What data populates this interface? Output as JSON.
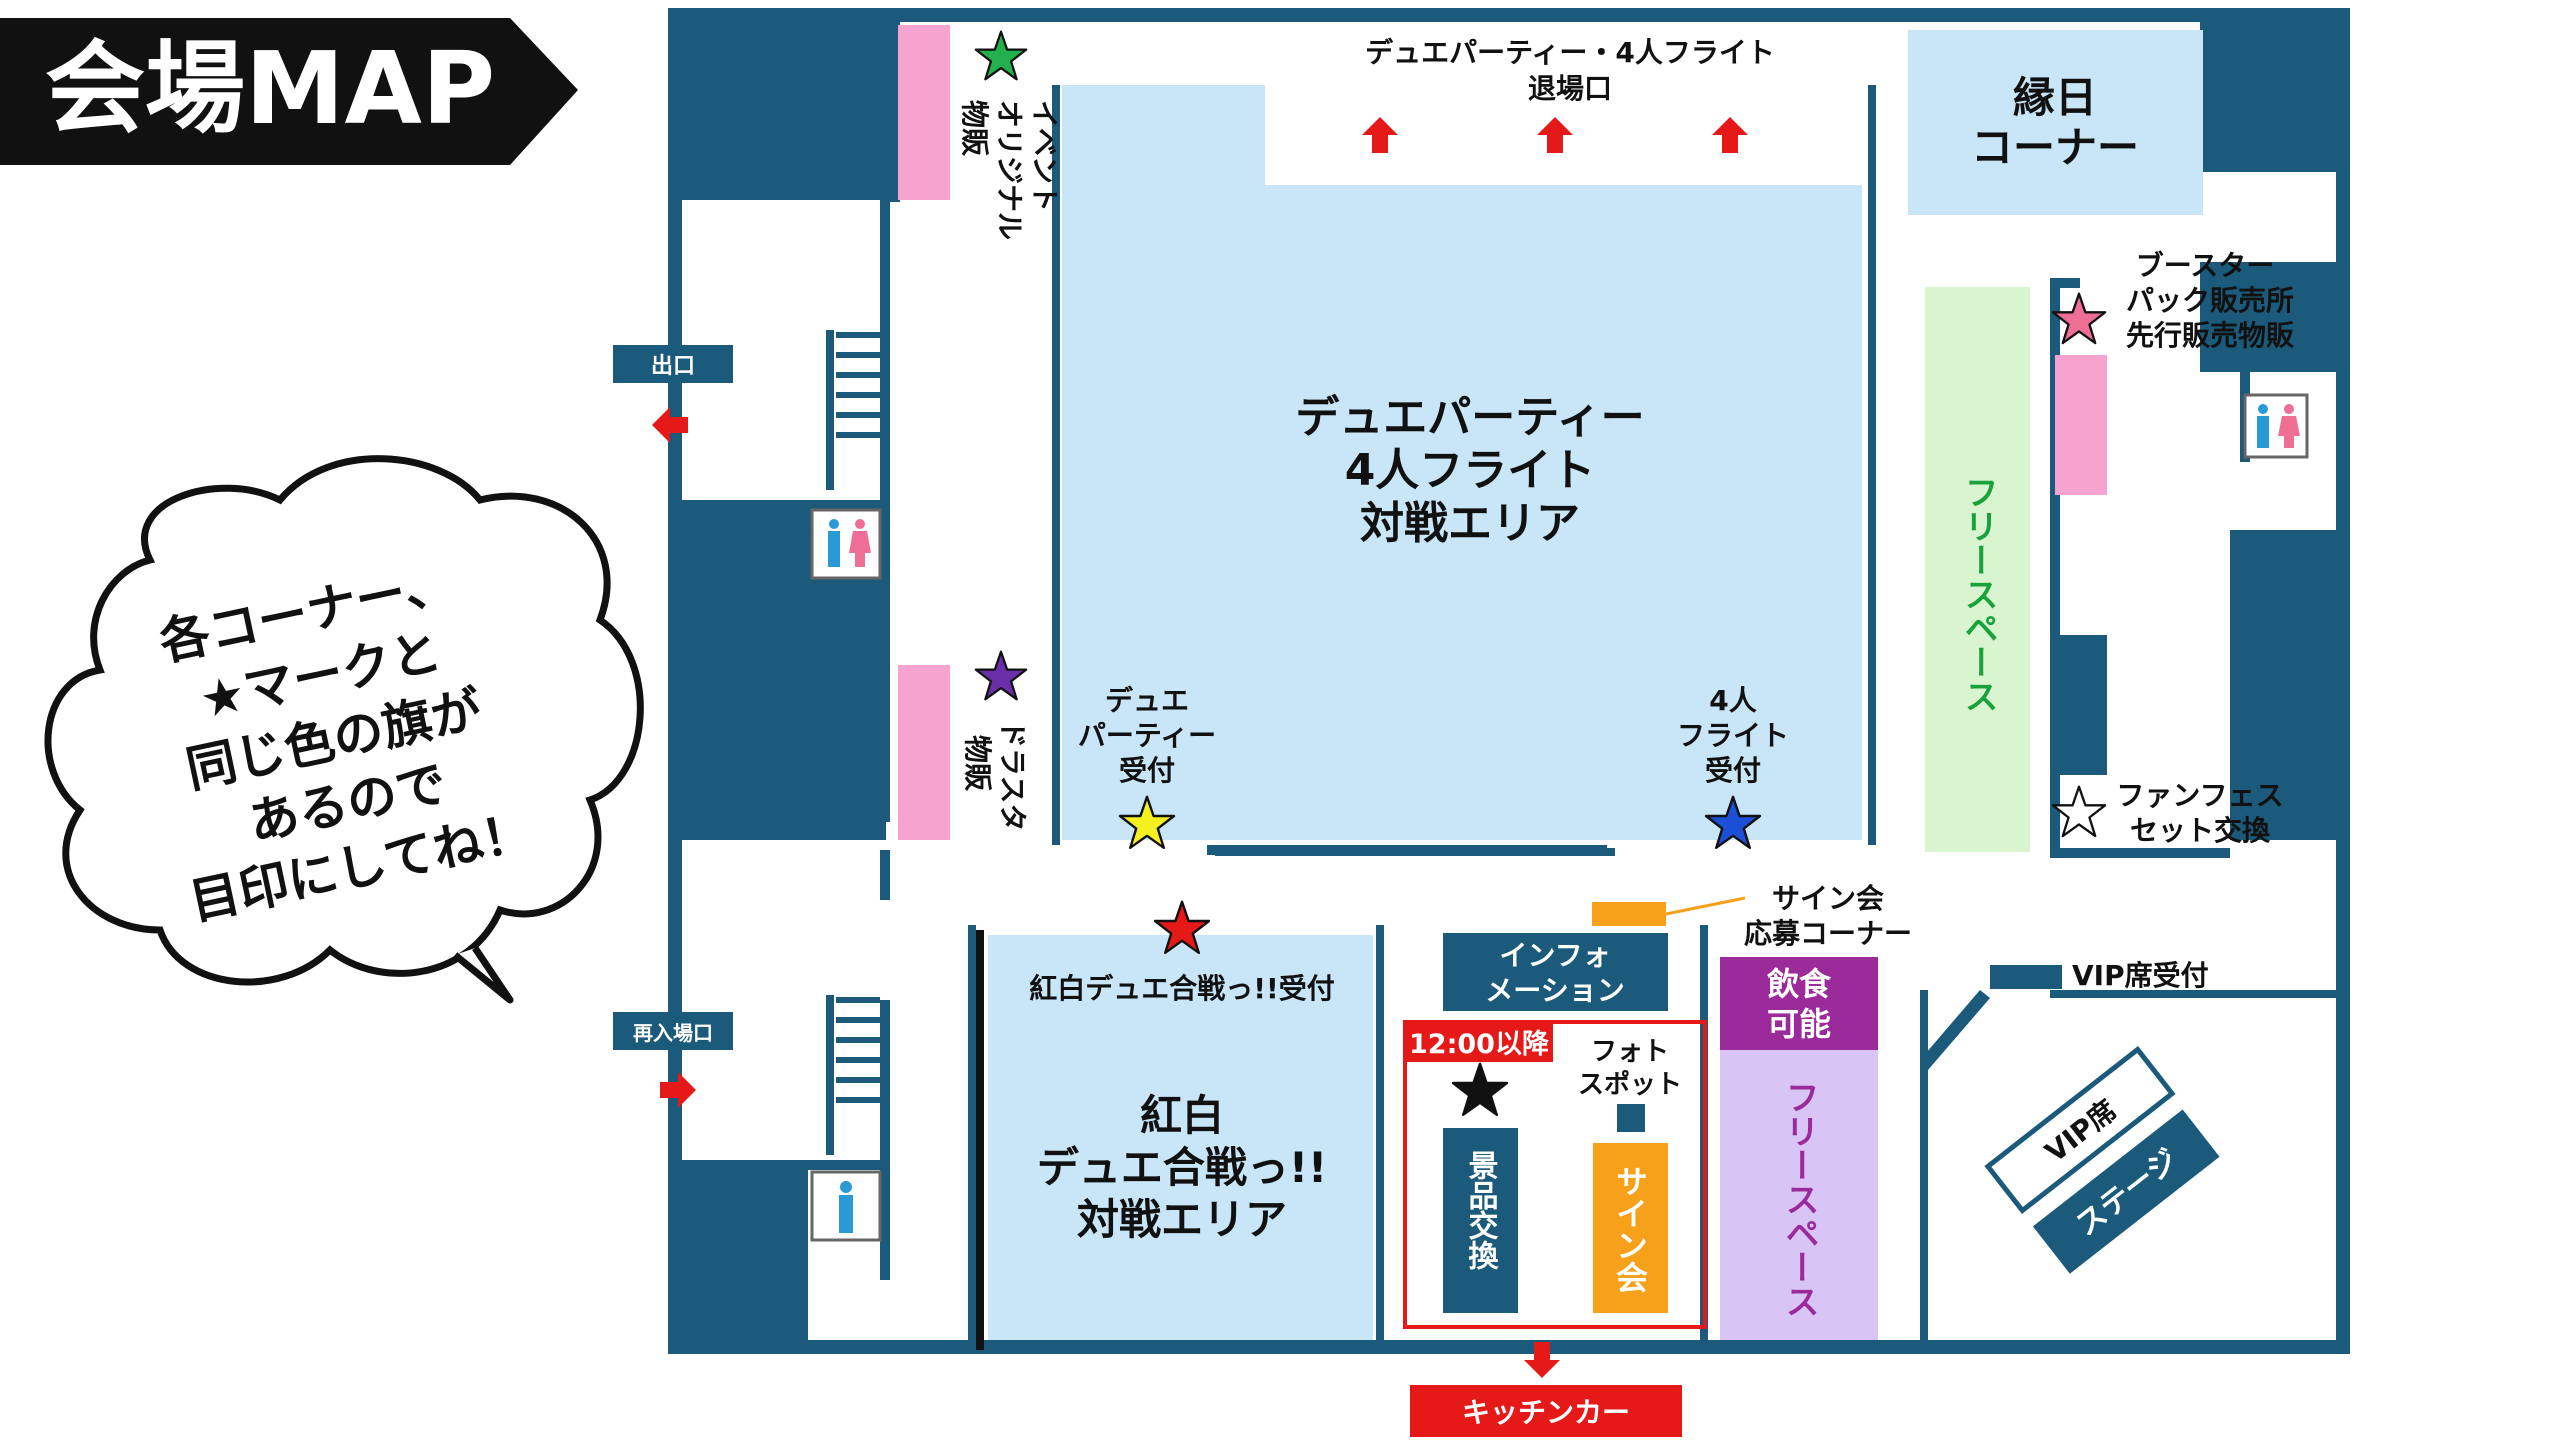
{
  "title": "会場MAP",
  "bubble": {
    "lines": [
      "各コーナー、",
      "★マークと",
      "同じ色の旗が",
      "あるので",
      "目印にしてね！"
    ]
  },
  "exits": {
    "exit_label": "出口",
    "reentry_label": "再入場口",
    "top_exit_lines": [
      "デュエパーティー・4人フライト",
      "退場口"
    ],
    "kitchen_car": "キッチンカー"
  },
  "areas": {
    "main_battle": [
      "デュエパーティー",
      "4人フライト",
      "対戦エリア"
    ],
    "kohaku_battle": [
      "紅白",
      "デュエ合戦っ!!",
      "対戦エリア"
    ],
    "ennichi": [
      "縁日",
      "コーナー"
    ],
    "free_space_right": "フリースペース",
    "free_space_center": "フリースペース",
    "information": [
      "インフォ",
      "メーション"
    ],
    "food": [
      "飲食",
      "可能"
    ],
    "prize_exchange": "景品交換",
    "sign_event": "サイン会",
    "after_noon": "12:00以降",
    "photo_spot": [
      "フォト",
      "スポット"
    ],
    "vip_seat": "VIP席",
    "stage": "ステージ"
  },
  "markers": {
    "event_goods": [
      "イベント",
      "オリジナル",
      "物販"
    ],
    "dorasuta_goods": [
      "ドラスタ",
      "物販"
    ],
    "duel_party_reception": [
      "デュエ",
      "パーティー",
      "受付"
    ],
    "four_flight_reception": [
      "4人",
      "フライト",
      "受付"
    ],
    "kohaku_reception": "紅白デュエ合戦っ!!受付",
    "booster_sales": [
      "ブースター",
      "パック販売所",
      "先行販売物販"
    ],
    "fanfes_exchange": [
      "ファンフェス",
      "セット交換"
    ],
    "sign_application": [
      "サイン会",
      "応募コーナー"
    ],
    "vip_reception": "VIP席受付"
  },
  "colors": {
    "navy": "#1b5a7a",
    "light_blue": "#c8e6f7",
    "pink": "#f7a3cf",
    "green_space": "#d8f5d0",
    "green_text": "#1aa23a",
    "purple_space": "#d8c4f5",
    "purple_dark": "#9b2a9b",
    "orange": "#f7a11a",
    "red": "#e61919",
    "star_green": "#22b14c",
    "star_purple": "#6a2ea8",
    "star_yellow": "#f5f020",
    "star_blue": "#1a4fd6",
    "star_red": "#e61919",
    "star_pink": "#ef6e95",
    "star_black": "#111111",
    "star_white": "#ffffff"
  }
}
